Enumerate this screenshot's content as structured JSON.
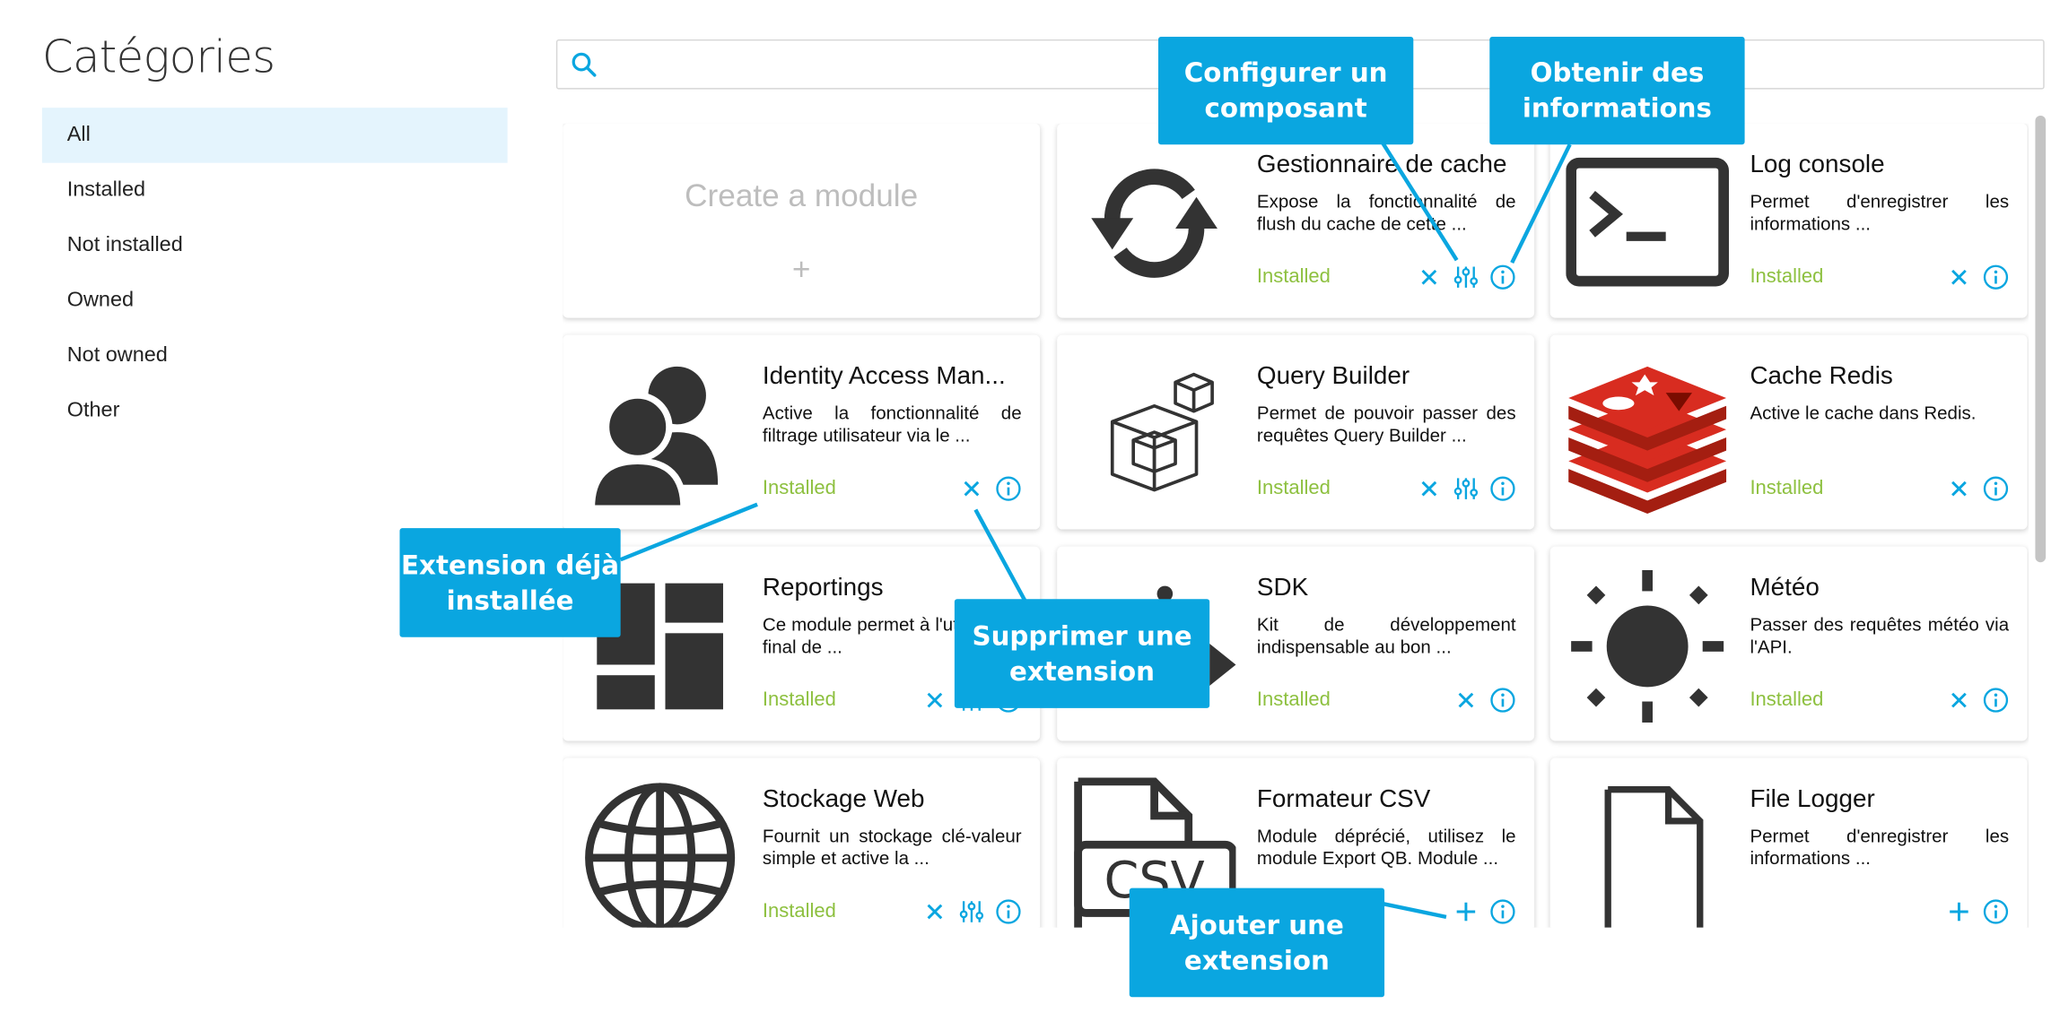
{
  "sidebar": {
    "title": "Catégories",
    "items": [
      {
        "label": "All"
      },
      {
        "label": "Installed"
      },
      {
        "label": "Not installed"
      },
      {
        "label": "Owned"
      },
      {
        "label": "Not owned"
      },
      {
        "label": "Other"
      }
    ],
    "active_index": 0
  },
  "search": {
    "placeholder": "",
    "value": ""
  },
  "create_card": {
    "title": "Create a module",
    "plus": "+"
  },
  "modules": [
    {
      "name": "Gestionnaire de cache",
      "desc": "Expose la fonctionnalité de flush du cache de cette ...",
      "status": "Installed",
      "icon": "sync-icon",
      "actions": [
        "remove",
        "configure",
        "info"
      ]
    },
    {
      "name": "Log console",
      "desc": "Permet d'enregistrer les informations ...",
      "status": "Installed",
      "icon": "terminal-icon",
      "actions": [
        "remove",
        "info"
      ]
    },
    {
      "name": "Identity Access Man...",
      "desc": "Active la fonctionnalité de filtrage utilisateur via le ...",
      "status": "Installed",
      "icon": "users-icon",
      "actions": [
        "remove",
        "info"
      ]
    },
    {
      "name": "Query Builder",
      "desc": "Permet de pouvoir passer des requêtes Query Builder ...",
      "status": "Installed",
      "icon": "cubes-icon",
      "actions": [
        "remove",
        "configure",
        "info"
      ]
    },
    {
      "name": "Cache Redis",
      "desc": "Active le cache dans Redis.",
      "status": "Installed",
      "icon": "redis-icon",
      "actions": [
        "remove",
        "info"
      ]
    },
    {
      "name": "Reportings",
      "desc": "Ce module permet à l'utilisateur final de ...",
      "status": "Installed",
      "icon": "dashboard-icon",
      "actions": [
        "remove",
        "configure",
        "info"
      ]
    },
    {
      "name": "SDK",
      "desc": "Kit de développement indispensable au bon ...",
      "status": "Installed",
      "icon": "sdk-icon",
      "actions": [
        "remove",
        "info"
      ]
    },
    {
      "name": "Météo",
      "desc": "Passer des requêtes météo via l'API.",
      "status": "Installed",
      "icon": "sun-icon",
      "actions": [
        "remove",
        "info"
      ]
    },
    {
      "name": "Stockage Web",
      "desc": "Fournit un stockage clé-valeur simple et active la ...",
      "status": "Installed",
      "icon": "globe-icon",
      "actions": [
        "remove",
        "configure",
        "info"
      ]
    },
    {
      "name": "Formateur CSV",
      "desc": "Module déprécié, utilisez le module Export QB. Module ...",
      "status": "",
      "icon": "csv-file-icon",
      "actions": [
        "add",
        "info"
      ]
    },
    {
      "name": "File Logger",
      "desc": "Permet d'enregistrer les informations ...",
      "status": "",
      "icon": "file-icon",
      "actions": [
        "add",
        "info"
      ]
    }
  ],
  "callouts": {
    "configure": "Configurer un composant",
    "info": "Obtenir des informations",
    "installed": "Extension déjà installée",
    "remove": "Supprimer une extension",
    "add": "Ajouter une extension"
  },
  "colors": {
    "accent": "#0aa6e0",
    "installed": "#8dc03f",
    "active_bg": "#e4f4fd",
    "redis": "#d82c20",
    "icon_dark": "#333333"
  }
}
